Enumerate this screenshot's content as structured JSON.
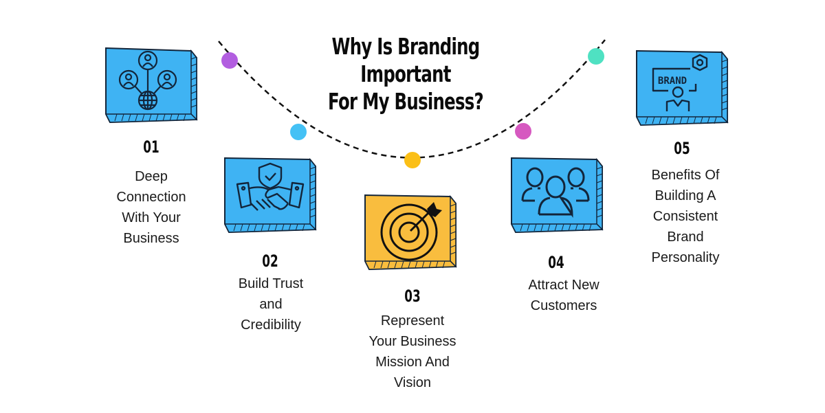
{
  "title": {
    "line1": "Why Is Branding Important",
    "line2": "For My Business?"
  },
  "colors": {
    "card_blue": "#3fb3f3",
    "card_yellow": "#f9bd3e",
    "outline": "#13253a",
    "dot_purple": "#b25ee0",
    "dot_blue": "#44c1f5",
    "dot_yellow": "#fbbf17",
    "dot_pink": "#d659c0",
    "dot_teal": "#4fe1c2"
  },
  "steps": [
    {
      "number": "01",
      "label": "Deep\nConnection\nWith Your\nBusiness",
      "icon": "network-people-globe-icon",
      "color": "blue"
    },
    {
      "number": "02",
      "label": "Build Trust\nand\nCredibility",
      "icon": "handshake-shield-icon",
      "color": "blue"
    },
    {
      "number": "03",
      "label": "Represent\nYour Business\nMission And\nVision",
      "icon": "target-arrow-icon",
      "color": "yellow"
    },
    {
      "number": "04",
      "label": "Attract New\nCustomers",
      "icon": "customers-group-icon",
      "color": "blue"
    },
    {
      "number": "05",
      "label": "Benefits Of\nBuilding A\nConsistent\nBrand\nPersonality",
      "icon": "brand-presenter-icon",
      "color": "blue",
      "icon_text": "BRAND"
    }
  ]
}
